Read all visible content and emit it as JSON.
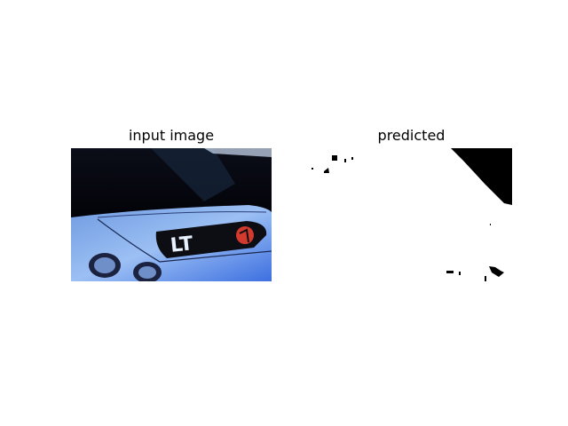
{
  "figure": {
    "panels": [
      {
        "title": "input image",
        "content": "photo of blue car hood with decal",
        "decal_text": "LT"
      },
      {
        "title": "predicted",
        "content": "binary segmentation mask"
      }
    ],
    "colors": {
      "background": "#ffffff",
      "title_text": "#000000",
      "car_body": "#7aa6e6",
      "car_dark": "#05060f",
      "decal_red": "#d23a2e",
      "decal_text": "#e8f2ff",
      "mask_foreground": "#000000",
      "mask_background": "#ffffff"
    }
  }
}
